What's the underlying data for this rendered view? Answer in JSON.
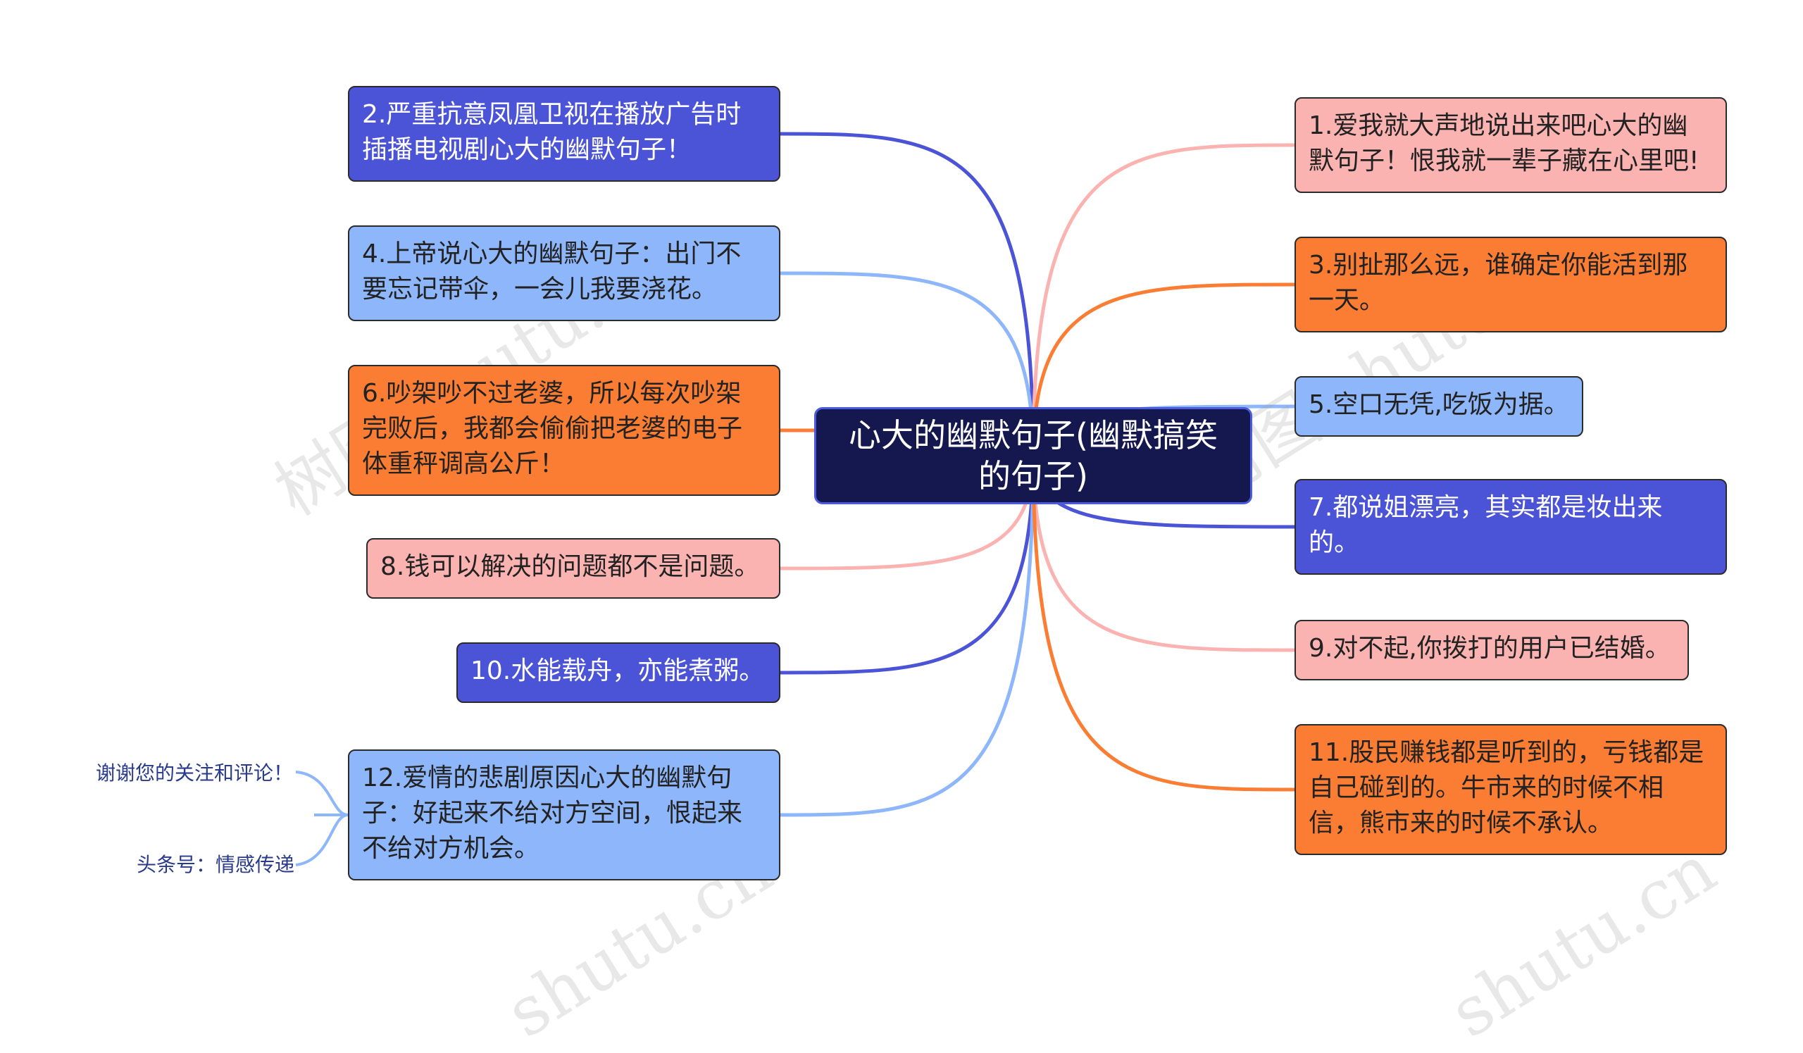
{
  "title": "心大的幽默句子(幽默搞笑的句子)",
  "colors": {
    "blue_dark": "#4b53d6",
    "blue_light": "#8eb6fb",
    "orange": "#fb7d33",
    "pink": "#fbb3b1",
    "center": "#15174f"
  },
  "left_nodes": [
    {
      "text": "2.严重抗意凤凰卫视在播放广告时插播电视剧心大的幽默句子！",
      "color": "blue_dark"
    },
    {
      "text": "4.上帝说心大的幽默句子：出门不要忘记带伞，一会儿我要浇花。",
      "color": "blue_light"
    },
    {
      "text": "6.吵架吵不过老婆，所以每次吵架完败后，我都会偷偷把老婆的电子体重秤调高公斤！",
      "color": "orange"
    },
    {
      "text": "8.钱可以解决的问题都不是问题。",
      "color": "pink"
    },
    {
      "text": "10.水能载舟，亦能煮粥。",
      "color": "blue_dark"
    },
    {
      "text": "12.爱情的悲剧原因心大的幽默句子：好起来不给对方空间，恨起来不给对方机会。",
      "color": "blue_light"
    }
  ],
  "right_nodes": [
    {
      "text": "1.爱我就大声地说出来吧心大的幽默句子！恨我就一辈子藏在心里吧!",
      "color": "pink"
    },
    {
      "text": "3.别扯那么远，谁确定你能活到那一天。",
      "color": "orange"
    },
    {
      "text": "5.空口无凭,吃饭为据。",
      "color": "blue_light"
    },
    {
      "text": "7.都说姐漂亮，其实都是妆出来的。",
      "color": "blue_dark"
    },
    {
      "text": "9.对不起,你拨打的用户已结婚。",
      "color": "pink"
    },
    {
      "text": "11.股民赚钱都是听到的，亏钱都是自己碰到的。牛市来的时候不相信，熊市来的时候不承认。",
      "color": "orange"
    }
  ],
  "sub_labels": [
    "谢谢您的关注和评论！",
    "头条号：情感传递"
  ],
  "watermark_text": [
    "树图 shutu.cn",
    "树图 shutu.cn",
    "shutu.cn",
    "shutu.cn"
  ]
}
